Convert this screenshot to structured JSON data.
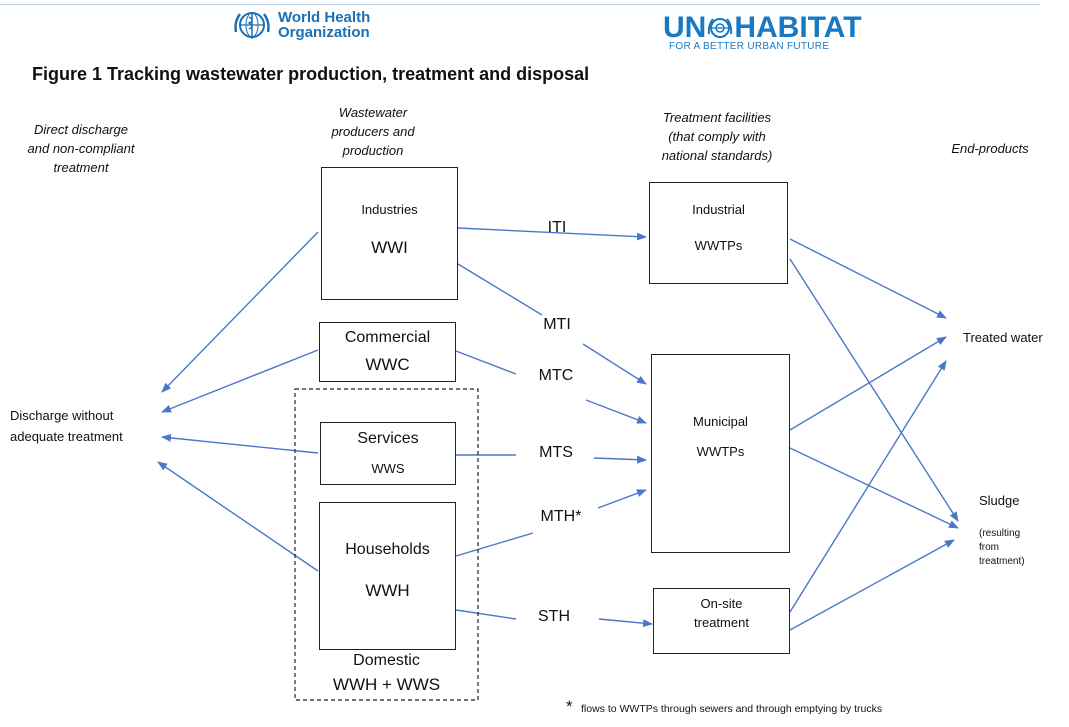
{
  "header": {
    "who_line1": "World Health",
    "who_line2": "Organization",
    "unhabitat_left": "UN",
    "unhabitat_right": "HABITAT",
    "unhabitat_tagline": "FOR A BETTER URBAN FUTURE"
  },
  "title": "Figure 1 Tracking wastewater production, treatment and disposal",
  "columns": {
    "direct": [
      "Direct discharge",
      "and non-compliant",
      "treatment"
    ],
    "producers": [
      "Wastewater",
      "producers and",
      "production"
    ],
    "facilities": [
      "Treatment facilities",
      "(that comply with",
      "national standards)"
    ],
    "endproducts": "End-products"
  },
  "nodes": {
    "industries": {
      "label": "Industries",
      "code": "WWI"
    },
    "commercial": {
      "label": "Commercial",
      "code": "WWC"
    },
    "services": {
      "label": "Services",
      "code": "WWS"
    },
    "households": {
      "label": "Households",
      "code": "WWH"
    },
    "domestic": {
      "label": "Domestic",
      "code": "WWH + WWS"
    },
    "industrial_wwtp": {
      "label": "Industrial",
      "code": "WWTPs"
    },
    "municipal_wwtp": {
      "label": "Municipal",
      "code": "WWTPs"
    },
    "onsite": {
      "line1": "On-site",
      "line2": "treatment"
    },
    "discharge": {
      "line1": "Discharge without",
      "line2": "adequate treatment"
    },
    "treated_water": "Treated water",
    "sludge": {
      "label": "Sludge",
      "note1": "(resulting",
      "note2": "from",
      "note3": "treatment)"
    }
  },
  "flows": {
    "iti": "ITI",
    "mti": "MTI",
    "mtc": "MTC",
    "mts": "MTS",
    "mth": "MTH*",
    "sth": "STH"
  },
  "footnote": {
    "star": "*",
    "text": "flows to WWTPs through sewers and through emptying by trucks"
  },
  "colors": {
    "arrow": "#4a78c8",
    "brand": "#1779c4",
    "border": "#222222"
  }
}
